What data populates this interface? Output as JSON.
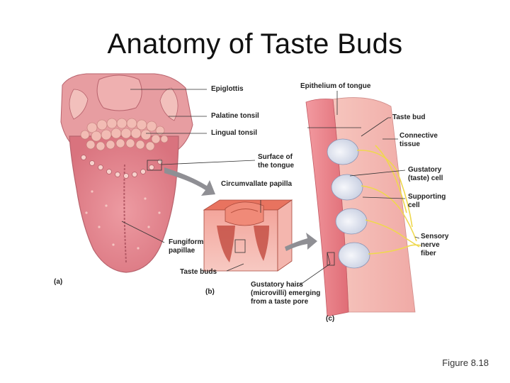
{
  "title": "Anatomy of Taste Buds",
  "figure_label": "Figure 8.18",
  "parts": {
    "a": "(a)",
    "b": "(b)",
    "c": "(c)"
  },
  "labels": {
    "epiglottis": "Epiglottis",
    "palatine_tonsil": "Palatine tonsil",
    "lingual_tonsil": "Lingual tonsil",
    "surface_of_tongue": [
      "Surface of",
      "the tongue"
    ],
    "circumvallate_papilla": "Circumvallate papilla",
    "fungiform_papillae": [
      "Fungiform",
      "papillae"
    ],
    "taste_buds": "Taste buds",
    "gustatory_hairs": [
      "Gustatory hairs",
      "(microvilli) emerging",
      "from a taste pore"
    ],
    "epithelium_of_tongue": "Epithelium of tongue",
    "taste_bud": "Taste bud",
    "connective_tissue": [
      "Connective",
      "tissue"
    ],
    "gustatory_cell": [
      "Gustatory",
      "(taste) cell"
    ],
    "supporting_cell": [
      "Supporting",
      "cell"
    ],
    "sensory_nerve_fiber": [
      "Sensory",
      "nerve",
      "fiber"
    ]
  },
  "colors": {
    "tongue": "#e49098",
    "tongue_dark": "#c96a74",
    "tonsil": "#efb3ad",
    "tissue": "#f3b3ad",
    "epithelium": "#ee8a8f",
    "nerve": "#f0dd57",
    "bud": "#e8ecf6"
  }
}
